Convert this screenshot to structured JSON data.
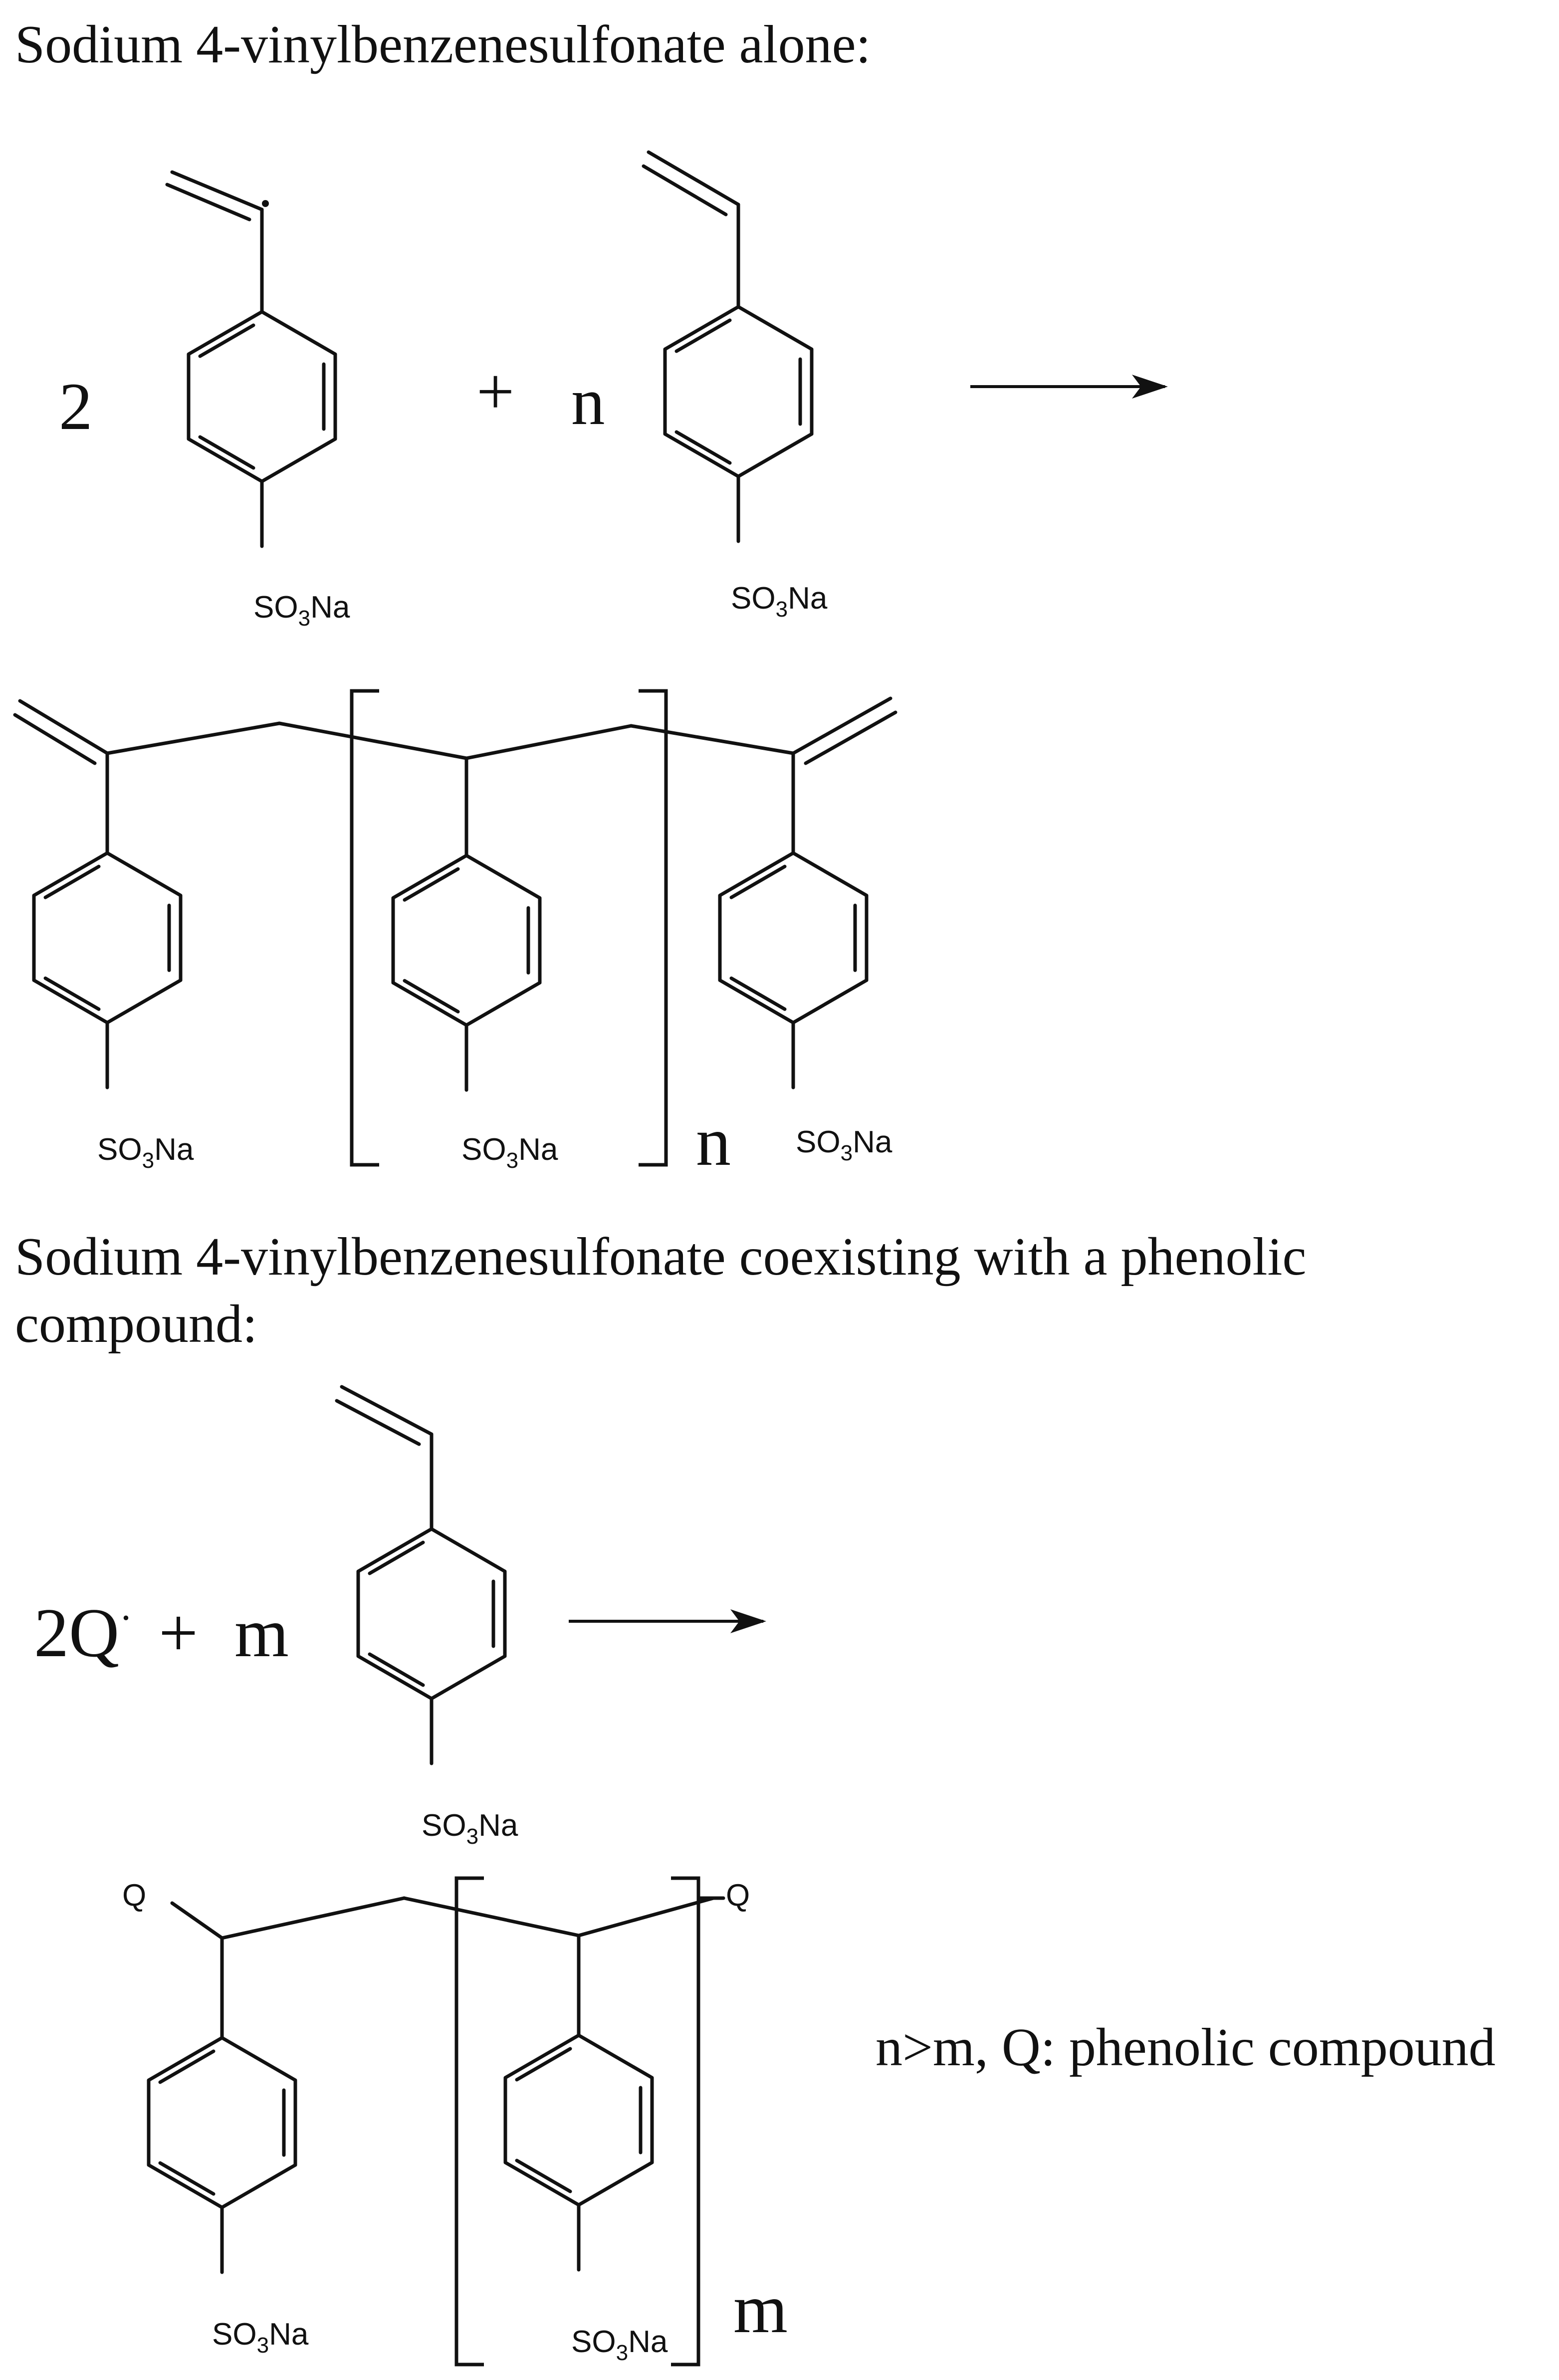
{
  "section1": {
    "heading": "Sodium 4-vinylbenzenesulfonate alone:",
    "coef1": "2",
    "plus": "+",
    "coef2": "n",
    "repeat_subscript": "n"
  },
  "section2": {
    "heading_line1": "Sodium 4-vinylbenzenesulfonate coexisting with a phenolic",
    "heading_line2": "compound:",
    "reactant1": "2Q",
    "radical_dot": "·",
    "plus": "+",
    "coef": "m",
    "repeat_subscript": "m",
    "end_group": "Q",
    "note": "n>m, Q: phenolic compound"
  },
  "groups": {
    "sulfonate_prefix": "SO",
    "sulfonate_subscript": "3",
    "sulfonate_suffix": "Na"
  }
}
